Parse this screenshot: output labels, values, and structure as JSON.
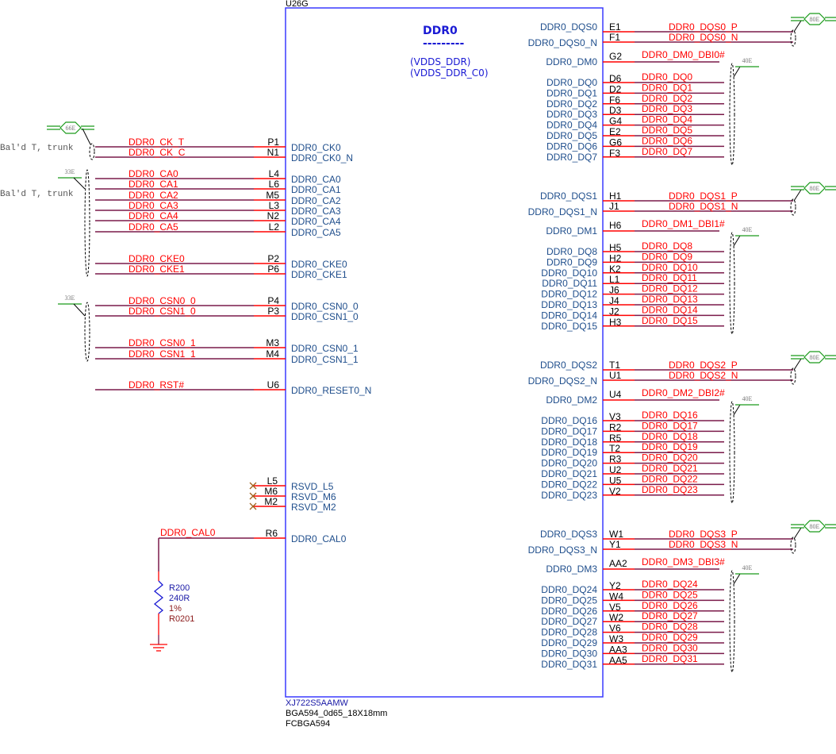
{
  "component": {
    "refdes": "U26G",
    "title": "DDR0",
    "title_underline": "---------",
    "power_domains": [
      "(VDDS_DDR)",
      "(VDDS_DDR_C0)"
    ],
    "part_number": "XJ722S5AAMW",
    "footprint": "BGA594_0d65_18X18mm",
    "package": "FCBGA594"
  },
  "colors": {
    "body_outline": "#3a3aff",
    "pin_line": "#ff0000",
    "wire": "#7a1a4a",
    "net_label": "#ff0000",
    "pin_name": "#1f4e8c",
    "impedance_marker": "#1a9a1a"
  },
  "left_pins": [
    {
      "net": "DDR0_CK_T",
      "pin": "P1",
      "name": "DDR0_CK0"
    },
    {
      "net": "DDR0_CK_C",
      "pin": "N1",
      "name": "DDR0_CK0_N"
    },
    {
      "net": "DDR0_CA0",
      "pin": "L4",
      "name": "DDR0_CA0"
    },
    {
      "net": "DDR0_CA1",
      "pin": "L6",
      "name": "DDR0_CA1"
    },
    {
      "net": "DDR0_CA2",
      "pin": "M5",
      "name": "DDR0_CA2"
    },
    {
      "net": "DDR0_CA3",
      "pin": "L3",
      "name": "DDR0_CA3"
    },
    {
      "net": "DDR0_CA4",
      "pin": "N2",
      "name": "DDR0_CA4"
    },
    {
      "net": "DDR0_CA5",
      "pin": "L2",
      "name": "DDR0_CA5"
    },
    {
      "net": "DDR0_CKE0",
      "pin": "P2",
      "name": "DDR0_CKE0"
    },
    {
      "net": "DDR0_CKE1",
      "pin": "P6",
      "name": "DDR0_CKE1"
    },
    {
      "net": "DDR0_CSN0_0",
      "pin": "P4",
      "name": "DDR0_CSN0_0"
    },
    {
      "net": "DDR0_CSN1_0",
      "pin": "P3",
      "name": "DDR0_CSN1_0"
    },
    {
      "net": "DDR0_CSN0_1",
      "pin": "M3",
      "name": "DDR0_CSN0_1"
    },
    {
      "net": "DDR0_CSN1_1",
      "pin": "M4",
      "name": "DDR0_CSN1_1"
    },
    {
      "net": "DDR0_RST#",
      "pin": "U6",
      "name": "DDR0_RESET0_N"
    }
  ],
  "reserved_pins": [
    {
      "pin": "L5",
      "name": "RSVD_L5"
    },
    {
      "pin": "M6",
      "name": "RSVD_M6"
    },
    {
      "pin": "M2",
      "name": "RSVD_M2"
    }
  ],
  "cal_pin": {
    "net": "DDR0_CAL0",
    "pin": "R6",
    "name": "DDR0_CAL0"
  },
  "resistor": {
    "refdes": "R200",
    "value": "240R",
    "tolerance": "1%",
    "package": "R0201"
  },
  "left_notes": [
    "Bal'd T, trunk",
    "Bal'd T, trunk"
  ],
  "left_impedances": [
    "66E",
    "33E",
    "33E"
  ],
  "byte_lanes": [
    {
      "dqs": [
        {
          "pin": "E1",
          "name": "DDR0_DQS0",
          "net": "DDR0_DQS0_P"
        },
        {
          "pin": "F1",
          "name": "DDR0_DQS0_N",
          "net": "DDR0_DQS0_N"
        }
      ],
      "dm": {
        "pin": "G2",
        "name": "DDR0_DM0",
        "net": "DDR0_DM0_DBI0#"
      },
      "dq": [
        {
          "pin": "D6",
          "name": "DDR0_DQ0",
          "net": "DDR0_DQ0"
        },
        {
          "pin": "D2",
          "name": "DDR0_DQ1",
          "net": "DDR0_DQ1"
        },
        {
          "pin": "F6",
          "name": "DDR0_DQ2",
          "net": "DDR0_DQ2"
        },
        {
          "pin": "D3",
          "name": "DDR0_DQ3",
          "net": "DDR0_DQ3"
        },
        {
          "pin": "G4",
          "name": "DDR0_DQ4",
          "net": "DDR0_DQ4"
        },
        {
          "pin": "E2",
          "name": "DDR0_DQ5",
          "net": "DDR0_DQ5"
        },
        {
          "pin": "G6",
          "name": "DDR0_DQ6",
          "net": "DDR0_DQ6"
        },
        {
          "pin": "F3",
          "name": "DDR0_DQ7",
          "net": "DDR0_DQ7"
        }
      ],
      "dqs_impedance": "80E",
      "dq_impedance": "40E"
    },
    {
      "dqs": [
        {
          "pin": "H1",
          "name": "DDR0_DQS1",
          "net": "DDR0_DQS1_P"
        },
        {
          "pin": "J1",
          "name": "DDR0_DQS1_N",
          "net": "DDR0_DQS1_N"
        }
      ],
      "dm": {
        "pin": "H6",
        "name": "DDR0_DM1",
        "net": "DDR0_DM1_DBI1#"
      },
      "dq": [
        {
          "pin": "H5",
          "name": "DDR0_DQ8",
          "net": "DDR0_DQ8"
        },
        {
          "pin": "H2",
          "name": "DDR0_DQ9",
          "net": "DDR0_DQ9"
        },
        {
          "pin": "K2",
          "name": "DDR0_DQ10",
          "net": "DDR0_DQ10"
        },
        {
          "pin": "L1",
          "name": "DDR0_DQ11",
          "net": "DDR0_DQ11"
        },
        {
          "pin": "J6",
          "name": "DDR0_DQ12",
          "net": "DDR0_DQ12"
        },
        {
          "pin": "J4",
          "name": "DDR0_DQ13",
          "net": "DDR0_DQ13"
        },
        {
          "pin": "J2",
          "name": "DDR0_DQ14",
          "net": "DDR0_DQ14"
        },
        {
          "pin": "H3",
          "name": "DDR0_DQ15",
          "net": "DDR0_DQ15"
        }
      ],
      "dqs_impedance": "80E",
      "dq_impedance": "40E"
    },
    {
      "dqs": [
        {
          "pin": "T1",
          "name": "DDR0_DQS2",
          "net": "DDR0_DQS2_P"
        },
        {
          "pin": "U1",
          "name": "DDR0_DQS2_N",
          "net": "DDR0_DQS2_N"
        }
      ],
      "dm": {
        "pin": "U4",
        "name": "DDR0_DM2",
        "net": "DDR0_DM2_DBI2#"
      },
      "dq": [
        {
          "pin": "V3",
          "name": "DDR0_DQ16",
          "net": "DDR0_DQ16"
        },
        {
          "pin": "R2",
          "name": "DDR0_DQ17",
          "net": "DDR0_DQ17"
        },
        {
          "pin": "R5",
          "name": "DDR0_DQ18",
          "net": "DDR0_DQ18"
        },
        {
          "pin": "T2",
          "name": "DDR0_DQ19",
          "net": "DDR0_DQ19"
        },
        {
          "pin": "R3",
          "name": "DDR0_DQ20",
          "net": "DDR0_DQ20"
        },
        {
          "pin": "U2",
          "name": "DDR0_DQ21",
          "net": "DDR0_DQ21"
        },
        {
          "pin": "U5",
          "name": "DDR0_DQ22",
          "net": "DDR0_DQ22"
        },
        {
          "pin": "V2",
          "name": "DDR0_DQ23",
          "net": "DDR0_DQ23"
        }
      ],
      "dqs_impedance": "80E",
      "dq_impedance": "40E"
    },
    {
      "dqs": [
        {
          "pin": "W1",
          "name": "DDR0_DQS3",
          "net": "DDR0_DQS3_P"
        },
        {
          "pin": "Y1",
          "name": "DDR0_DQS3_N",
          "net": "DDR0_DQS3_N"
        }
      ],
      "dm": {
        "pin": "AA2",
        "name": "DDR0_DM3",
        "net": "DDR0_DM3_DBI3#"
      },
      "dq": [
        {
          "pin": "Y2",
          "name": "DDR0_DQ24",
          "net": "DDR0_DQ24"
        },
        {
          "pin": "W4",
          "name": "DDR0_DQ25",
          "net": "DDR0_DQ25"
        },
        {
          "pin": "V5",
          "name": "DDR0_DQ26",
          "net": "DDR0_DQ26"
        },
        {
          "pin": "W2",
          "name": "DDR0_DQ27",
          "net": "DDR0_DQ27"
        },
        {
          "pin": "V6",
          "name": "DDR0_DQ28",
          "net": "DDR0_DQ28"
        },
        {
          "pin": "W3",
          "name": "DDR0_DQ29",
          "net": "DDR0_DQ29"
        },
        {
          "pin": "AA3",
          "name": "DDR0_DQ30",
          "net": "DDR0_DQ30"
        },
        {
          "pin": "AA5",
          "name": "DDR0_DQ31",
          "net": "DDR0_DQ31"
        }
      ],
      "dqs_impedance": "80E",
      "dq_impedance": "40E"
    }
  ]
}
